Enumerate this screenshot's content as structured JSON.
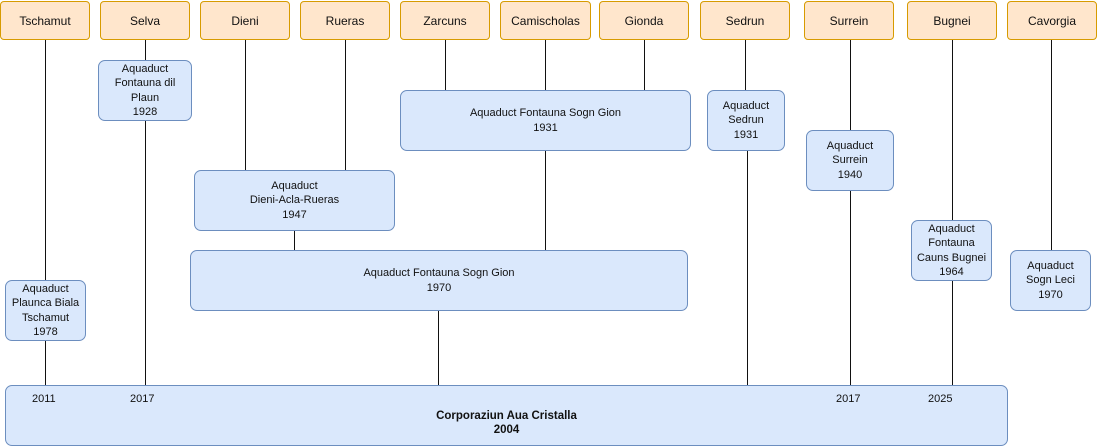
{
  "villages": [
    "Tschamut",
    "Selva",
    "Dieni",
    "Rueras",
    "Zarcuns",
    "Camischolas",
    "Gionda",
    "Sedrun",
    "Surrein",
    "Bugnei",
    "Cavorgia"
  ],
  "aqueducts": {
    "tschamut": {
      "name_lines": [
        "Aquaduct",
        "Plaunca Biala",
        "Tschamut"
      ],
      "year": "1978"
    },
    "selva": {
      "name_lines": [
        "Aquaduct",
        "Fontauna dil",
        "Plaun"
      ],
      "year": "1928"
    },
    "sogn_gion_1931": {
      "name_lines": [
        "Aquaduct Fontauna Sogn Gion"
      ],
      "year": "1931"
    },
    "sedrun": {
      "name_lines": [
        "Aquaduct",
        "Sedrun"
      ],
      "year": "1931"
    },
    "surrein": {
      "name_lines": [
        "Aquaduct",
        "Surrein"
      ],
      "year": "1940"
    },
    "dieni": {
      "name_lines": [
        "Aquaduct",
        "Dieni-Acla-Rueras"
      ],
      "year": "1947"
    },
    "bugnei": {
      "name_lines": [
        "Aquaduct",
        "Fontauna",
        "Cauns Bugnei"
      ],
      "year": "1964"
    },
    "sogn_gion_1970": {
      "name_lines": [
        "Aquaduct Fontauna Sogn Gion"
      ],
      "year": "1970"
    },
    "sogn_leci": {
      "name_lines": [
        "Aquaduct",
        "Sogn Leci"
      ],
      "year": "1970"
    }
  },
  "corporation": {
    "name": "Corporaziun Aua Cristalla",
    "year": "2004"
  },
  "merge_years": [
    "2011",
    "2017",
    "2017",
    "2025"
  ],
  "colors": {
    "village_fill": "#ffe6cc",
    "village_border": "#d79b00",
    "box_fill": "#dae8fc",
    "box_border": "#6c8ebf"
  }
}
